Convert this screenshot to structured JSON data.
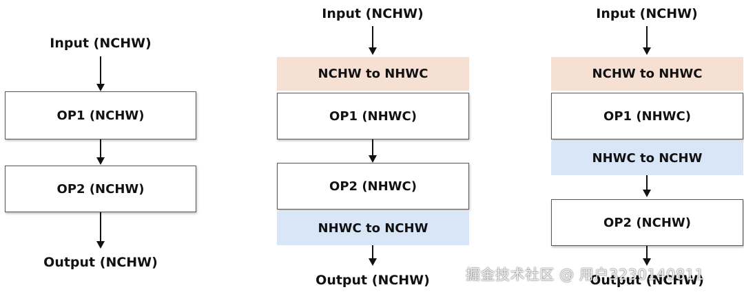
{
  "diagrams": [
    {
      "input": "Input (NCHW)",
      "op1": "OP1 (NCHW)",
      "op2": "OP2 (NCHW)",
      "output": "Output (NCHW)"
    },
    {
      "input": "Input (NCHW)",
      "convert_in": "NCHW to NHWC",
      "op1": "OP1 (NHWC)",
      "op2": "OP2 (NHWC)",
      "convert_out": "NHWC to NCHW",
      "output": "Output (NCHW)"
    },
    {
      "input": "Input (NCHW)",
      "convert_in": "NCHW to NHWC",
      "op1": "OP1 (NHWC)",
      "convert_out": "NHWC to NCHW",
      "op2": "OP2 (NCHW)",
      "output": "Output (NCHW)"
    }
  ],
  "watermark": "掘金技术社区 @ 用户3230140811",
  "colors": {
    "to_nhwc_fill": "#f6dfd3",
    "to_nchw_fill": "#d8e6f8",
    "op_border": "#555555",
    "arrow": "#111111"
  }
}
